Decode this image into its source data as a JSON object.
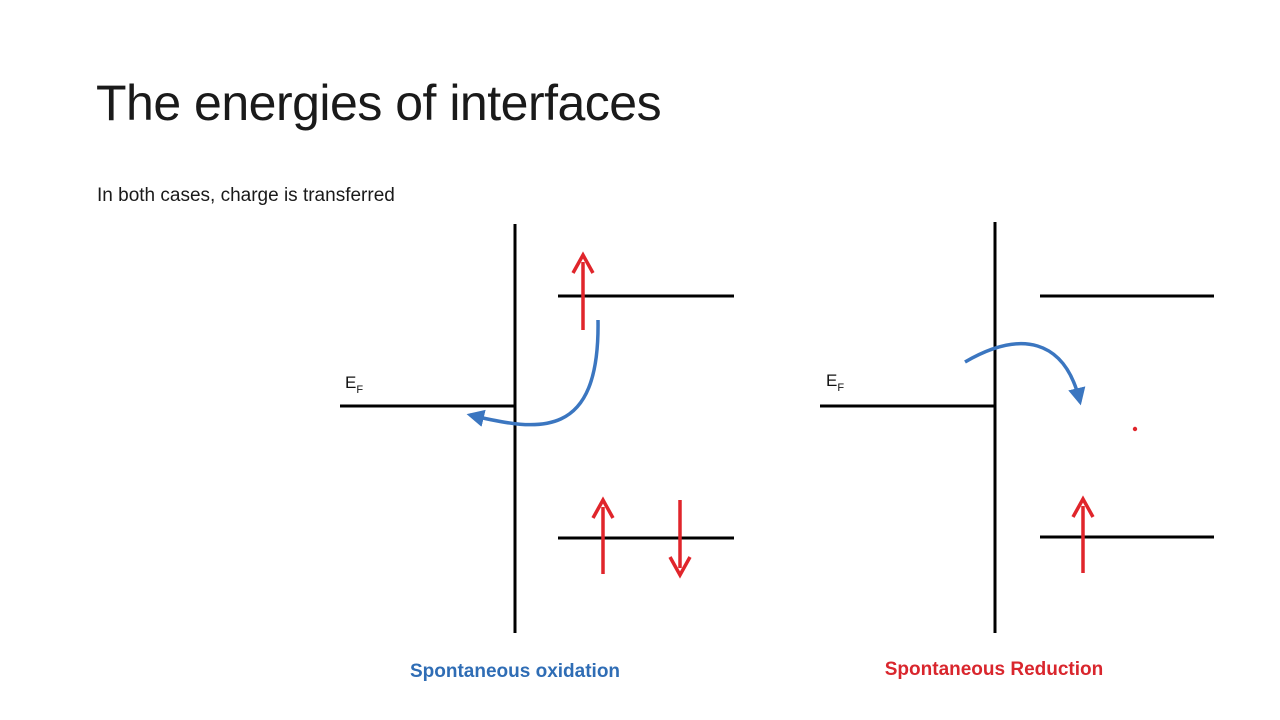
{
  "slide": {
    "title": "The energies of interfaces",
    "subtitle": "In both cases, charge is transferred"
  },
  "diagrams": {
    "left": {
      "fermi_label": "E",
      "fermi_subscript": "F",
      "caption": "Spontaneous oxidation",
      "caption_color": "#2f6db5",
      "upper_level_spins": [
        "up"
      ],
      "lower_level_spins": [
        "up",
        "down"
      ],
      "transfer_direction": "upper level to electrode"
    },
    "right": {
      "fermi_label": "E",
      "fermi_subscript": "F",
      "caption": "Spontaneous Reduction",
      "caption_color": "#d9262d",
      "upper_level_spins": [],
      "lower_level_spins": [
        "up"
      ],
      "transfer_direction": "electrode to upper level"
    }
  },
  "colors": {
    "line": "#000000",
    "spin_arrow": "#e0252b",
    "transfer_arrow": "#3b76c0",
    "oxidation_caption": "#2f6db5",
    "reduction_caption": "#d9262d"
  }
}
